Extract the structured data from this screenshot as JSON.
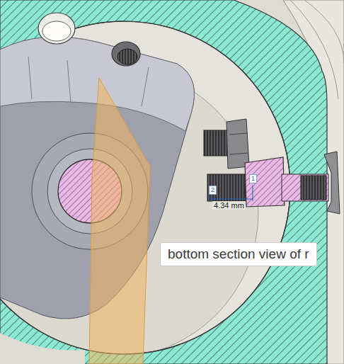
{
  "diagram": {
    "nodes": [
      {
        "text": [
          "bottom section view of r"
        ]
      }
    ],
    "labels": [
      "4.34 mm",
      "2",
      "1"
    ]
  }
}
